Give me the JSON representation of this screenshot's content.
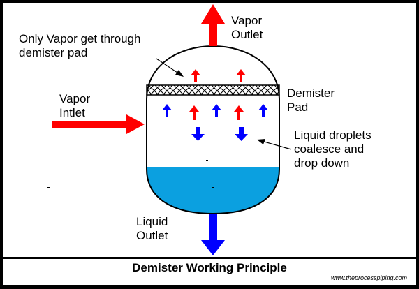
{
  "labels": {
    "vapor_outlet": "Vapor\nOutlet",
    "only_vapor": "Only Vapor get through\ndemister pad",
    "vapor_inlet": "Vapor\nIntlet",
    "demister_pad": "Demister\nPad",
    "liquid_droplets": "Liquid droplets\ncoalesce and\ndrop down",
    "liquid_outlet": "Liquid\nOutlet"
  },
  "caption": "Demister Working Principle",
  "website": "www.theprocesspiping.com",
  "colors": {
    "vapor_arrow": "#ff0000",
    "liquid_arrow": "#0000ff",
    "liquid_fill": "#0ba0e0",
    "frame": "#000000"
  }
}
